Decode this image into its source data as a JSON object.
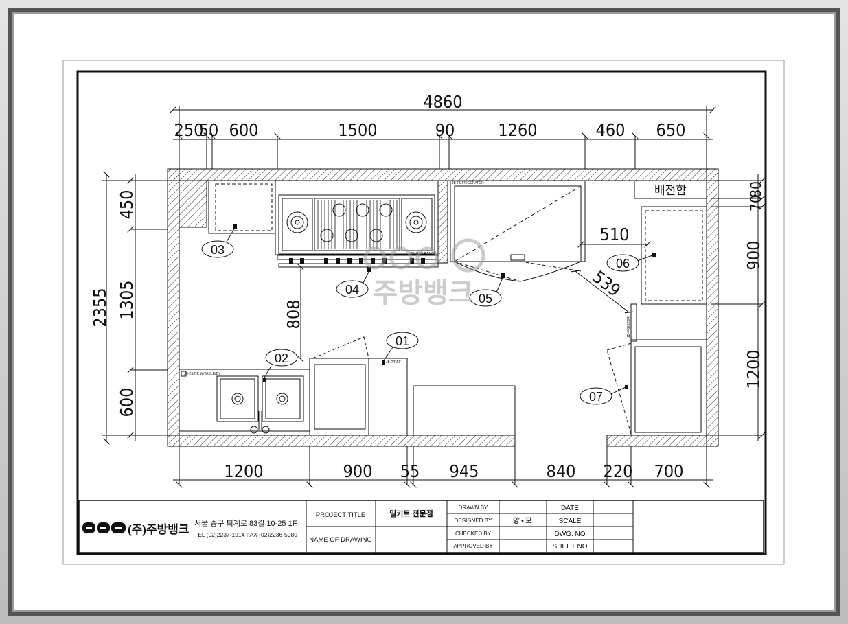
{
  "drawing": {
    "dims_top": {
      "overall": "4860",
      "segments": [
        "250",
        "50",
        "600",
        "1500",
        "90",
        "1260",
        "460",
        "650"
      ]
    },
    "dims_bottom": [
      "1200",
      "900",
      "55",
      "945",
      "840",
      "220",
      "700"
    ],
    "dims_left": {
      "overall": "2355",
      "segments": [
        "450",
        "1305",
        "600"
      ]
    },
    "dims_right": [
      "80",
      "70",
      "900",
      "1200"
    ],
    "dims_inner": {
      "d808": "808",
      "d510": "510",
      "d539": "539"
    },
    "electric_panel": "배전함",
    "equipment_labels": {
      "gas_range": "JB-GAS RANGE",
      "refrigerator": "JB-REFRIGERATOR",
      "sink": "JB-2SINK W/TABLE(D)",
      "table_refrigerator": "JB-T/REF",
      "freezer": "JB-FREEZER"
    },
    "callouts": [
      "01",
      "02",
      "03",
      "04",
      "05",
      "06",
      "07"
    ]
  },
  "watermark": {
    "text": "주방뱅크"
  },
  "title_block": {
    "company": "(주)주방뱅크",
    "address": "서울 중구 퇴계로 83길 10-25 1F",
    "tel": "TEL (02)2237-1914 FAX (02)2236-5980",
    "project_title_label": "PROJECT TITLE",
    "project_title": "밀키트 전문점",
    "name_of_drawing_label": "NAME OF DRAWING",
    "drawn_by_label": "DRAWN BY",
    "designed_by_label": "DESIGNED BY",
    "designed_by": "양 • 모",
    "checked_by_label": "CHECKED BY",
    "approved_by_label": "APPROVED BY",
    "date_label": "DATE",
    "scale_label": "SCALE",
    "dwg_no_label": "DWG. NO",
    "sheet_no_label": "SHEET NO"
  },
  "colors": {
    "line": "#111111",
    "frame": "#555555",
    "watermark": "#9a9a9a"
  }
}
